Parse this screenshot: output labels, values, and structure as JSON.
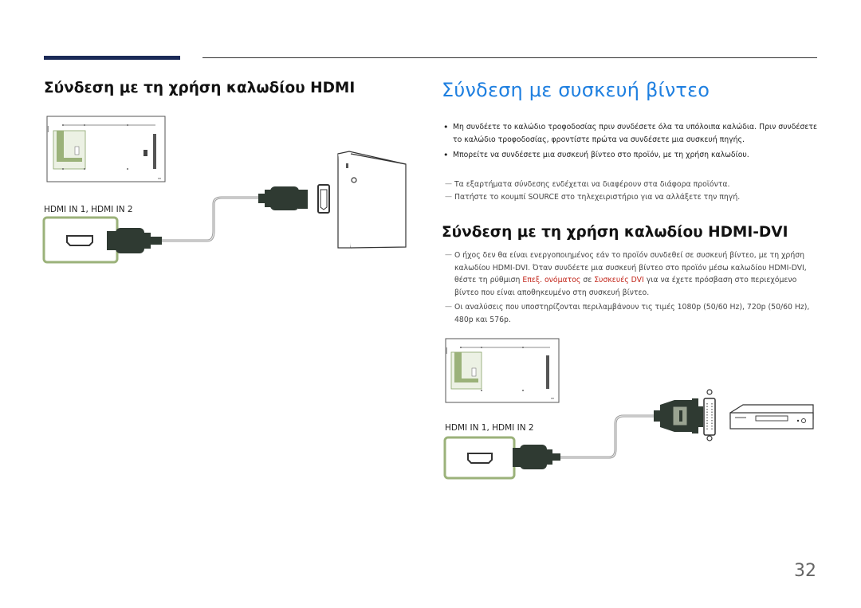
{
  "page_title": "Σύνδεση με συσκευή βίντεο",
  "left_section_title": "Σύνδεση με τη χρήση καλωδίου HDMI",
  "right_section_title": "Σύνδεση με τη χρήση καλωδίου HDMI-DVI",
  "left_port_label": "HDMI IN 1, HDMI IN 2",
  "right_port_label": "HDMI IN 1, HDMI IN 2",
  "bullets": [
    "Μη συνδέετε το καλώδιο τροφοδοσίας πριν συνδέσετε όλα τα υπόλοιπα καλώδια. Πριν συνδέσετε το καλώδιο τροφοδοσίας, φροντίστε πρώτα να συνδέσετε μια συσκευή πηγής.",
    "Μπορείτε να συνδέσετε μια συσκευή βίντεο στο προϊόν, με τη χρήση καλωδίου."
  ],
  "notes_video": [
    "Τα εξαρτήματα σύνδεσης ενδέχεται να διαφέρουν στα διάφορα προϊόντα.",
    "Πατήστε το κουμπί SOURCE στο τηλεχειριστήριο για να αλλάξετε την πηγή."
  ],
  "notes_dvi": {
    "note1_part1": "Ο ήχος δεν θα είναι ενεργοποιημένος εάν το προϊόν συνδεθεί σε συσκευή βίντεο, με τη χρήση καλωδίου HDMI-DVI. Όταν συνδέετε μια συσκευή βίντεο στο προϊόν μέσω καλωδίου HDMI-DVI, θέστε τη ρύθμιση ",
    "note1_highlight1": "Επεξ. ονόματος",
    "note1_part2": " σε ",
    "note1_highlight2": "Συσκευές DVI",
    "note1_part3": " για να έχετε πρόσβαση στο περιεχόμενο βίντεο που είναι αποθηκευμένο στη συσκευή βίντεο.",
    "note2": "Οι αναλύσεις που υποστηρίζονται περιλαμβάνουν τις τιμές 1080p (50/60 Hz), 720p (50/60 Hz), 480p και 576p."
  },
  "page_number": "32",
  "colors": {
    "title_blue": "#1e7fe0",
    "header_bar": "#1b2a57",
    "highlight_red": "#c2261b",
    "port_frame_green": "#9bb27a",
    "connector_dark": "#2f3a32"
  },
  "icons": [
    "monitor-back-panel",
    "hdmi-port-icon",
    "hdmi-cable",
    "pc-tower",
    "dvi-connector",
    "dvd-player"
  ]
}
